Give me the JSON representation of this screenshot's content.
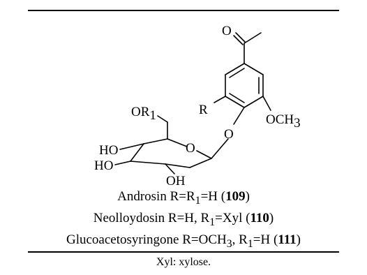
{
  "structure": {
    "atoms": {
      "ketone_oxygen": "O",
      "ring_substituent": "R",
      "methoxy": "OCH",
      "methoxy_sub": "3",
      "glycosidic_oxygen": "O",
      "ring_oxygen": "O",
      "or1": "OR",
      "or1_sub": "1",
      "ho_upper": "HO",
      "ho_lower": "HO",
      "oh": "OH"
    }
  },
  "compounds": [
    {
      "name": "Androsin",
      "substituents_pre": "R=R",
      "substituents_sub": "1",
      "substituents_post": "=H",
      "number": "109"
    },
    {
      "name": "Neolloydosin",
      "substituents_pre": "R=H, R",
      "substituents_sub": "1",
      "substituents_post": "=Xyl",
      "number": "110"
    },
    {
      "name": "Glucoacetosyringone",
      "substituents_pre": "R=OCH",
      "substituents_sub": "3",
      "substituents_mid": ", R",
      "substituents_sub2": "1",
      "substituents_post": "=H",
      "number": "111"
    }
  ],
  "footnote": "Xyl: xylose."
}
